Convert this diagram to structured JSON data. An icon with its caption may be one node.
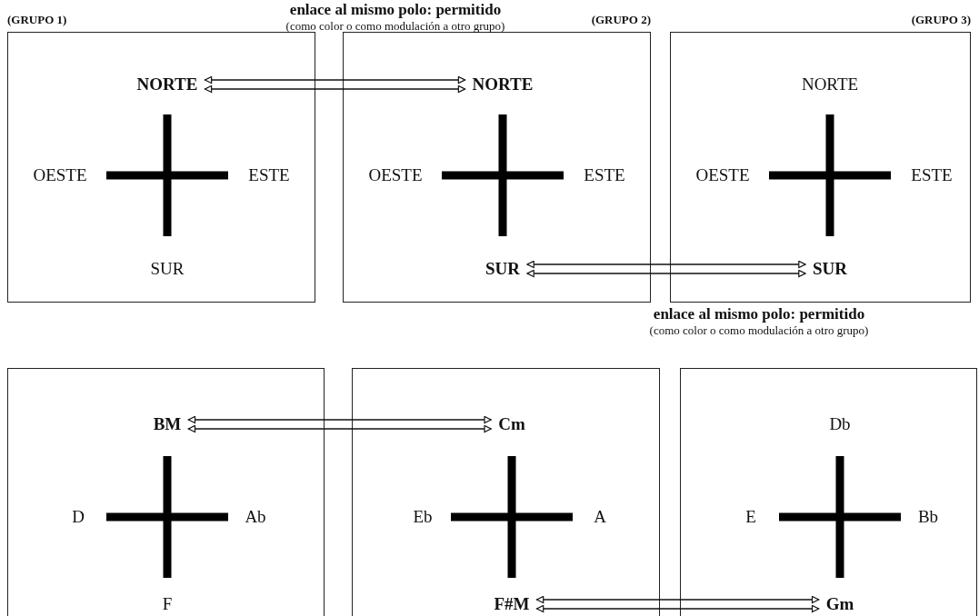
{
  "diagram": {
    "nodes": [
      {
        "text": [
          "(GRUPO 1)"
        ]
      },
      {
        "text": [
          "NORTE"
        ],
        "in": 0
      },
      {
        "text": [
          "OESTE"
        ],
        "in": 0
      },
      {
        "text": [
          "ESTE"
        ],
        "in": 0
      },
      {
        "text": [
          "SUR"
        ],
        "in": 0
      },
      {
        "text": [
          "(GRUPO 2)"
        ]
      },
      {
        "text": [
          "NORTE"
        ],
        "in": 5
      },
      {
        "text": [
          "OESTE"
        ],
        "in": 5
      },
      {
        "text": [
          "ESTE"
        ],
        "in": 5
      },
      {
        "text": [
          "SUR"
        ],
        "in": 5
      },
      {
        "text": [
          "(GRUPO 3)"
        ]
      },
      {
        "text": [
          "NORTE"
        ],
        "in": 10
      },
      {
        "text": [
          "OESTE"
        ],
        "in": 10
      },
      {
        "text": [
          "ESTE"
        ],
        "in": 10
      },
      {
        "text": [
          "SUR"
        ],
        "in": 10
      },
      {
        "text": [],
        "shape": "box"
      },
      {
        "text": [
          "BM"
        ],
        "in": 15
      },
      {
        "text": [
          "D"
        ],
        "in": 15
      },
      {
        "text": [
          "Ab"
        ],
        "in": 15
      },
      {
        "text": [
          "F"
        ],
        "in": 15
      },
      {
        "text": [],
        "shape": "box"
      },
      {
        "text": [
          "Cm"
        ],
        "in": 20
      },
      {
        "text": [
          "Eb"
        ],
        "in": 20
      },
      {
        "text": [
          "A"
        ],
        "in": 20
      },
      {
        "text": [
          "F#M"
        ],
        "in": 20
      },
      {
        "text": [],
        "shape": "box"
      },
      {
        "text": [
          "Db"
        ],
        "in": 25
      },
      {
        "text": [
          "E"
        ],
        "in": 25
      },
      {
        "text": [
          "Bb"
        ],
        "in": 25
      },
      {
        "text": [
          "Gm"
        ],
        "in": 25
      }
    ],
    "edges": [
      {
        "from": 1,
        "to": 6,
        "arrow": "both"
      },
      {
        "from": 1,
        "to": 6,
        "arrow": "both"
      },
      {
        "from": 9,
        "to": 14,
        "arrow": "both"
      },
      {
        "from": 9,
        "to": 14,
        "arrow": "both"
      },
      {
        "from": 16,
        "to": 21,
        "arrow": "both"
      },
      {
        "from": 16,
        "to": 21,
        "arrow": "both"
      },
      {
        "from": 24,
        "to": 29,
        "arrow": "both"
      },
      {
        "from": 24,
        "to": 29,
        "arrow": "both"
      }
    ],
    "labels": [
      "enlace al mismo polo: permitido",
      "(como color o como modulación a otro grupo)",
      "enlace al mismo polo: permitido",
      "(como color o como modulación a otro grupo)"
    ]
  }
}
